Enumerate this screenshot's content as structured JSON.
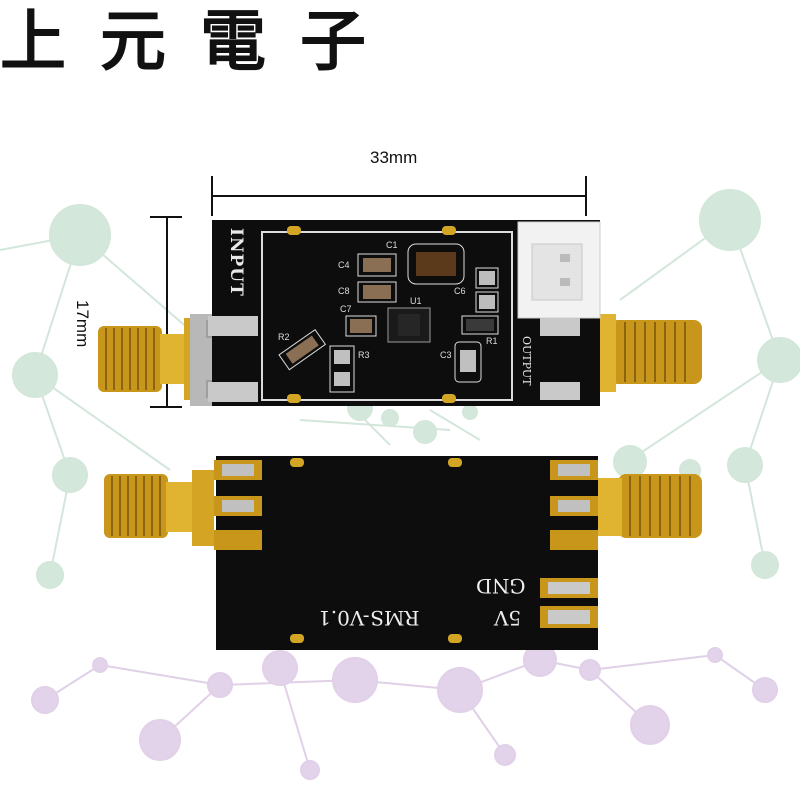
{
  "brand": {
    "title": "上元電子"
  },
  "dimensions": {
    "width": "33mm",
    "height": "17mm"
  },
  "front_board": {
    "input_label": "INPUT",
    "output_label": "OUTPUT",
    "components": [
      "C1",
      "C4",
      "C8",
      "C7",
      "R2",
      "R3",
      "U1",
      "C6",
      "R1",
      "C3"
    ]
  },
  "back_board": {
    "version": "RMS-V0.1",
    "pins": [
      "GND",
      "5V"
    ]
  },
  "colors": {
    "pcb": "#0d0d0d",
    "gold": "#d4a525",
    "pad": "#c9c9c9",
    "network_green": "#b9dcc7",
    "network_purple": "#d8c3e1"
  }
}
